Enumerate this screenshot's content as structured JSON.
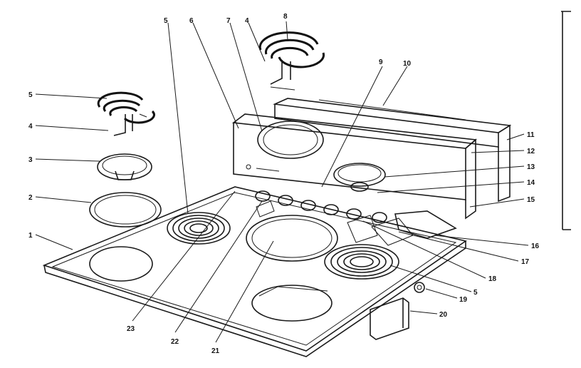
{
  "callouts": [
    {
      "id": "c1",
      "text": "1"
    },
    {
      "id": "c2",
      "text": "2"
    },
    {
      "id": "c3",
      "text": "3"
    },
    {
      "id": "c4a",
      "text": "4"
    },
    {
      "id": "c5a",
      "text": "5"
    },
    {
      "id": "c5b",
      "text": "5"
    },
    {
      "id": "c6",
      "text": "6"
    },
    {
      "id": "c7",
      "text": "7"
    },
    {
      "id": "c4b",
      "text": "4"
    },
    {
      "id": "c8",
      "text": "8"
    },
    {
      "id": "c9",
      "text": "9"
    },
    {
      "id": "c10",
      "text": "10"
    },
    {
      "id": "c11",
      "text": "11"
    },
    {
      "id": "c12",
      "text": "12"
    },
    {
      "id": "c13",
      "text": "13"
    },
    {
      "id": "c14",
      "text": "14"
    },
    {
      "id": "c15",
      "text": "15"
    },
    {
      "id": "c16",
      "text": "16"
    },
    {
      "id": "c17",
      "text": "17"
    },
    {
      "id": "c18",
      "text": "18"
    },
    {
      "id": "c5c",
      "text": "5"
    },
    {
      "id": "c19",
      "text": "19"
    },
    {
      "id": "c20",
      "text": "20"
    },
    {
      "id": "c21",
      "text": "21"
    },
    {
      "id": "c22",
      "text": "22"
    },
    {
      "id": "c23",
      "text": "23"
    }
  ]
}
